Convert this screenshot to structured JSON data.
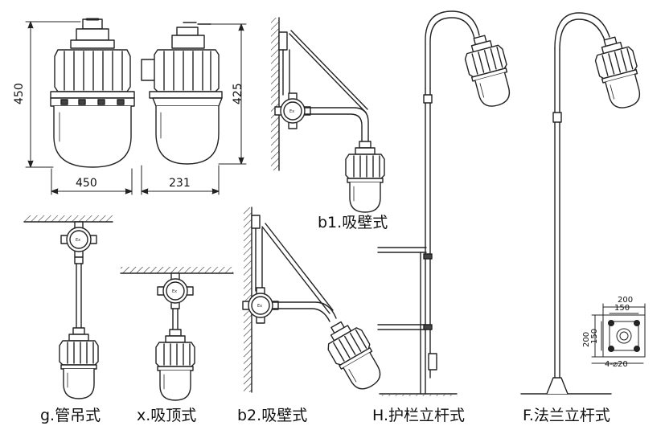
{
  "dimensions": {
    "front_width": "450",
    "front_height": "450",
    "side_width": "231",
    "side_height": "425",
    "flange_outer": "200",
    "flange_inner": "150",
    "flange_outer_v": "200",
    "flange_inner_v": "150",
    "flange_holes": "4-⌀20"
  },
  "captions": {
    "b1": "b1.吸壁式",
    "g": "g.管吊式",
    "x": "x.吸顶式",
    "b2": "b2.吸壁式",
    "h": "H.护栏立杆式",
    "f": "F.法兰立杆式"
  }
}
